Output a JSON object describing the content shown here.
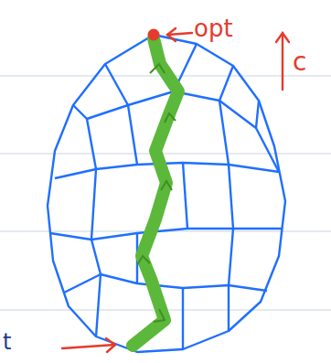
{
  "diagram": {
    "labels": [
      "opt",
      "c",
      "t"
    ]
  }
}
